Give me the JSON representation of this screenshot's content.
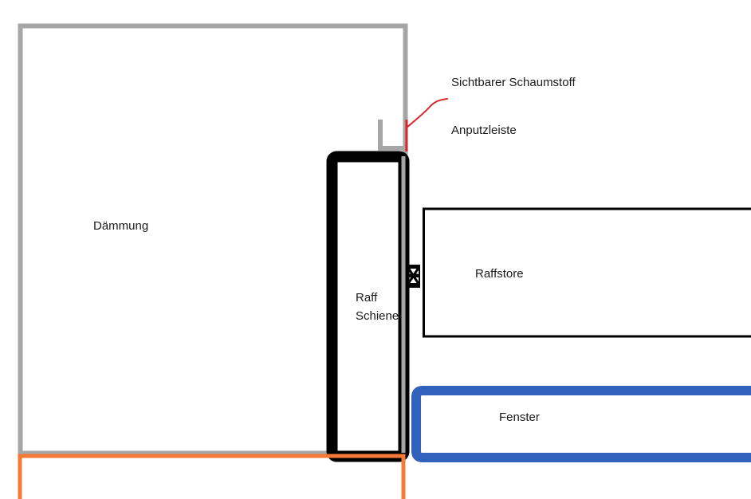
{
  "labels": {
    "daemmung": "Dämmung",
    "raff_line1": "Raff",
    "raff_line2": "Schiene",
    "raffstore": "Raffstore",
    "fenster": "Fenster",
    "anputzleiste": "Anputzleiste",
    "schaumstoff": "Sichtbarer Schaumstoff"
  },
  "colors": {
    "insulation_outline": "#a6a6a6",
    "rail_outline": "#000000",
    "raffstore_outline": "#000000",
    "window_outline": "#3061bd",
    "foam_marker": "#d9262b",
    "bottom_outline": "#f47a36"
  }
}
